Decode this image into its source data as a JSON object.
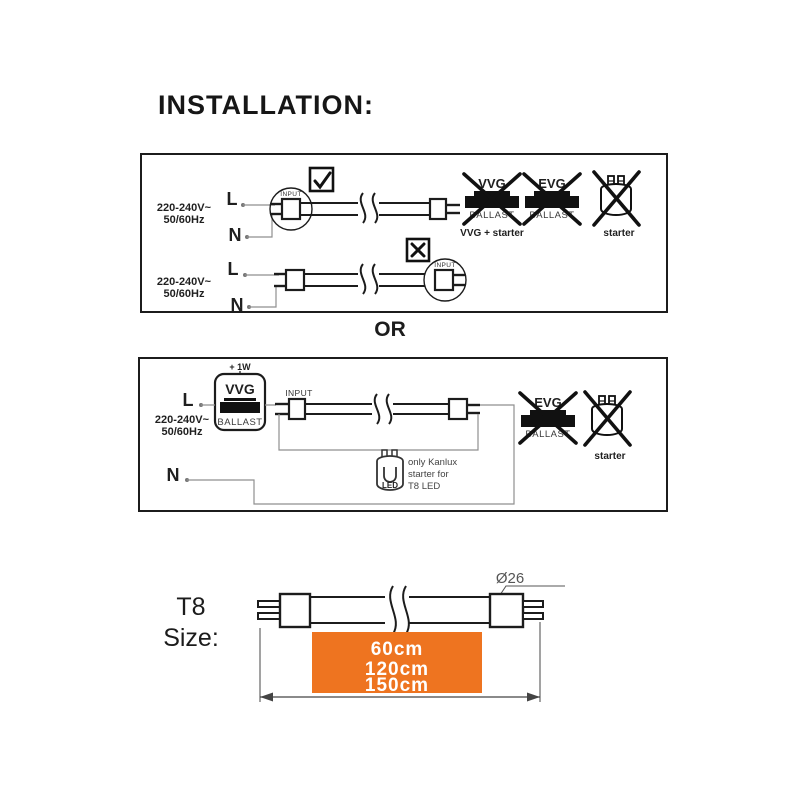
{
  "page": {
    "title": "INSTALLATION:",
    "or_label": "OR"
  },
  "colors": {
    "line": "#1c1c1c",
    "wire": "#8f8f8f",
    "highlight": "#EE7420",
    "text_on_highlight": "#ffffff"
  },
  "box1": {
    "correct": {
      "voltage": "220-240V~",
      "frequency": "50/60Hz",
      "live": "L",
      "neutral": "N",
      "input": "INPUT",
      "result_icon": "checkmark"
    },
    "wrong": {
      "voltage": "220-240V~",
      "frequency": "50/60Hz",
      "live": "L",
      "neutral": "N",
      "input": "INPUT",
      "result_icon": "x-mark"
    },
    "banned": {
      "vvg": {
        "name": "VVG",
        "type": "BALLAST",
        "caption": "VVG + starter"
      },
      "evg": {
        "name": "EVG",
        "type": "BALLAST"
      },
      "starter": {
        "caption": "starter"
      }
    }
  },
  "box2": {
    "ballast": {
      "note": "+ 1W",
      "name": "VVG",
      "type": "BALLAST"
    },
    "voltage": "220-240V~",
    "frequency": "50/60Hz",
    "live": "L",
    "neutral": "N",
    "input": "INPUT",
    "starter": {
      "led": "LED",
      "note1": "only Kanlux",
      "note2": "starter for",
      "note3": "T8 LED"
    },
    "banned": {
      "evg": {
        "name": "EVG",
        "type": "BALLAST"
      },
      "starter": {
        "caption": "starter"
      }
    }
  },
  "size": {
    "label1": "T8",
    "label2": "Size:",
    "diameter": "Ø26",
    "lengths": [
      "60cm",
      "120cm",
      "150cm"
    ]
  }
}
